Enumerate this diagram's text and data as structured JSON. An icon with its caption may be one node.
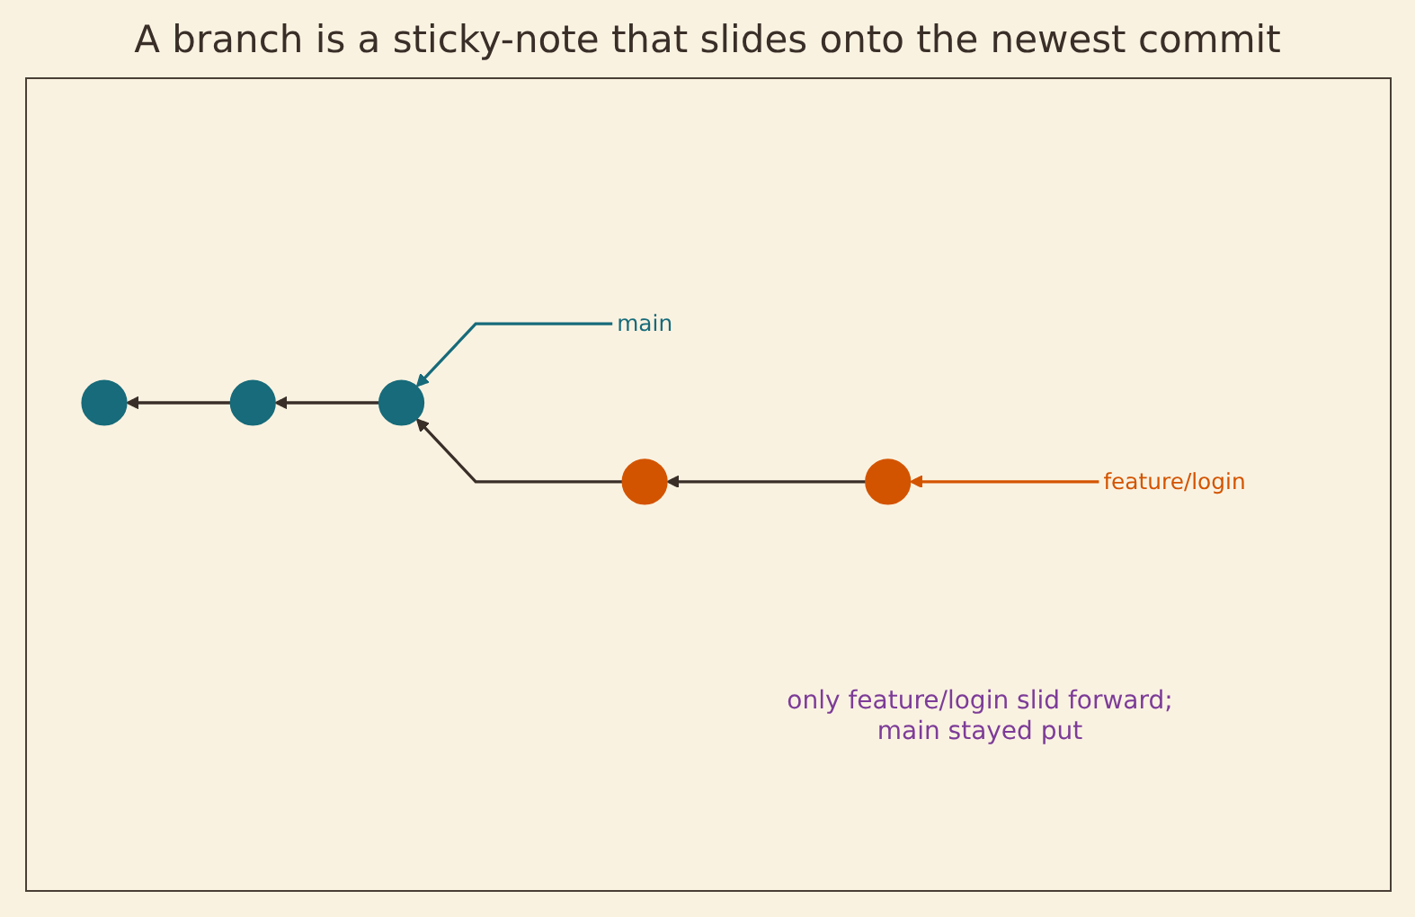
{
  "diagram": {
    "title": "A branch is a sticky-note that slides onto the newest commit",
    "nodes": [
      {
        "text": [
          "main"
        ]
      },
      {
        "text": [
          "feature/login"
        ]
      },
      {
        "text": [],
        "shape": "circle"
      },
      {
        "text": [],
        "shape": "circle"
      },
      {
        "text": [],
        "shape": "circle"
      },
      {
        "text": [],
        "shape": "circle"
      },
      {
        "text": [],
        "shape": "circle"
      }
    ],
    "edges": [
      {
        "from": 0,
        "to": 4,
        "arrow": "to",
        "color": "#176b7a"
      },
      {
        "from": 1,
        "to": 6,
        "arrow": "to",
        "color": "#d35400"
      },
      {
        "from": 6,
        "to": 5,
        "arrow": "to"
      },
      {
        "from": 5,
        "to": 4,
        "arrow": "to"
      },
      {
        "from": 4,
        "to": 3,
        "arrow": "to"
      },
      {
        "from": 3,
        "to": 2,
        "arrow": "to"
      }
    ],
    "labels": [
      "only feature/login slid forward; main stayed put"
    ]
  }
}
